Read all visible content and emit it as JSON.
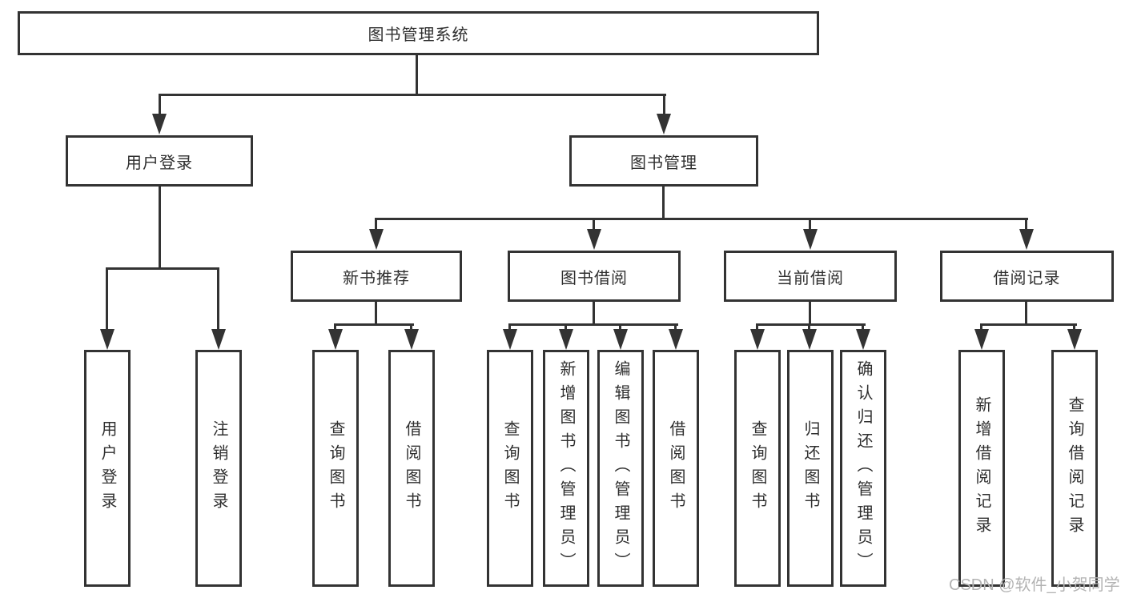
{
  "title": "图书管理系统",
  "level2": {
    "user_login": "用户登录",
    "book_mgmt": "图书管理"
  },
  "level3": {
    "new_books": "新书推荐",
    "book_borrow": "图书借阅",
    "current_borrow": "当前借阅",
    "borrow_records": "借阅记录"
  },
  "leaves": {
    "user_login": "用户登录",
    "logout": "注销登录",
    "nb_query": "查询图书",
    "nb_borrow": "借阅图书",
    "bb_query": "查询图书",
    "bb_add": "新增图书（管理员）",
    "bb_edit": "编辑图书（管理员）",
    "bb_borrow": "借阅图书",
    "cb_query": "查询图书",
    "cb_return": "归还图书",
    "cb_confirm": "确认归还（管理员）",
    "br_add": "新增借阅记录",
    "br_query": "查询借阅记录"
  },
  "watermark": "CSDN @软件_小贺同学",
  "colors": {
    "line": "#333333",
    "text": "#2f2f2f",
    "box-bg": "#ffffff",
    "watermark": "#b3b3b3"
  }
}
